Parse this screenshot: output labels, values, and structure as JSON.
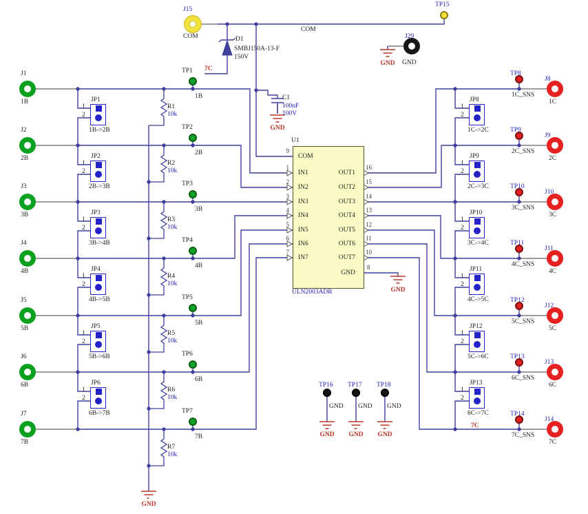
{
  "schematic": {
    "top": {
      "j15_ref": "J15",
      "j15_net": "COM",
      "tp15_ref": "TP15",
      "tp15_net": "COM",
      "d1_ref": "D1",
      "d1_part": "SMBJ150A-13-F",
      "d1_rating": "150V",
      "d1_net": "7C",
      "c1_ref": "C1",
      "c1_value": "100nF",
      "c1_rating": "100V",
      "c1_gnd": "GND",
      "j29_ref": "J29",
      "j29_net": "GND",
      "j29_gnd": "GND"
    },
    "ic": {
      "ref": "U1",
      "part": "ULN2003ADR",
      "gnd_net": "GND",
      "pins_left": [
        {
          "num": "9",
          "name": "COM"
        },
        {
          "num": "1",
          "name": "IN1"
        },
        {
          "num": "2",
          "name": "IN2"
        },
        {
          "num": "3",
          "name": "IN3"
        },
        {
          "num": "4",
          "name": "IN4"
        },
        {
          "num": "5",
          "name": "IN5"
        },
        {
          "num": "6",
          "name": "IN6"
        },
        {
          "num": "7",
          "name": "IN7"
        }
      ],
      "pins_right": [
        {
          "num": "16",
          "name": "OUT1"
        },
        {
          "num": "15",
          "name": "OUT2"
        },
        {
          "num": "14",
          "name": "OUT3"
        },
        {
          "num": "13",
          "name": "OUT4"
        },
        {
          "num": "12",
          "name": "OUT5"
        },
        {
          "num": "11",
          "name": "OUT6"
        },
        {
          "num": "10",
          "name": "OUT7"
        },
        {
          "num": "8",
          "name": "GND"
        }
      ]
    },
    "left_rows": [
      {
        "jack": "J1",
        "net": "1B",
        "tp": "TP1",
        "res": "R1",
        "res_value": "10k"
      },
      {
        "jack": "J2",
        "net": "2B",
        "tp": "TP2",
        "res": "R2",
        "res_value": "10k"
      },
      {
        "jack": "J3",
        "net": "3B",
        "tp": "TP3",
        "res": "R3",
        "res_value": "10k"
      },
      {
        "jack": "J4",
        "net": "4B",
        "tp": "TP4",
        "res": "R4",
        "res_value": "10k"
      },
      {
        "jack": "J5",
        "net": "5B",
        "tp": "TP5",
        "res": "R5",
        "res_value": "10k"
      },
      {
        "jack": "J6",
        "net": "6B",
        "tp": "TP6",
        "res": "R6",
        "res_value": "10k"
      },
      {
        "jack": "J7",
        "net": "7B",
        "tp": "TP7",
        "res": "R7",
        "res_value": "10k"
      }
    ],
    "left_jumpers": [
      {
        "ref": "JP1",
        "pin1": "1",
        "pin2": "2",
        "label": "1B->2B"
      },
      {
        "ref": "JP2",
        "pin1": "1",
        "pin2": "2",
        "label": "2B->3B"
      },
      {
        "ref": "JP3",
        "pin1": "1",
        "pin2": "2",
        "label": "3B->4B"
      },
      {
        "ref": "JP4",
        "pin1": "1",
        "pin2": "2",
        "label": "4B->5B"
      },
      {
        "ref": "JP5",
        "pin1": "1",
        "pin2": "2",
        "label": "5B->6B"
      },
      {
        "ref": "JP6",
        "pin1": "1",
        "pin2": "2",
        "label": "6B->7B"
      }
    ],
    "right_rows": [
      {
        "tp": "TP8",
        "net": "1C_SNS",
        "jack": "J8",
        "jack_net": "1C"
      },
      {
        "tp": "TP9",
        "net": "2C_SNS",
        "jack": "J9",
        "jack_net": "2C"
      },
      {
        "tp": "TP10",
        "net": "3C_SNS",
        "jack": "J10",
        "jack_net": "3C"
      },
      {
        "tp": "TP11",
        "net": "4C_SNS",
        "jack": "J11",
        "jack_net": "4C"
      },
      {
        "tp": "TP12",
        "net": "5C_SNS",
        "jack": "J12",
        "jack_net": "5C"
      },
      {
        "tp": "TP13",
        "net": "6C_SNS",
        "jack": "J13",
        "jack_net": "6C"
      },
      {
        "tp": "TP14",
        "net": "7C_SNS",
        "jack": "J14",
        "jack_net": "7C"
      }
    ],
    "right_jumpers": [
      {
        "ref": "JP8",
        "pin1": "1",
        "pin2": "2",
        "label": "1C->2C"
      },
      {
        "ref": "JP9",
        "pin1": "1",
        "pin2": "2",
        "label": "2C->3C"
      },
      {
        "ref": "JP10",
        "pin1": "1",
        "pin2": "2",
        "label": "3C->4C"
      },
      {
        "ref": "JP11",
        "pin1": "1",
        "pin2": "2",
        "label": "4C->5C"
      },
      {
        "ref": "JP12",
        "pin1": "1",
        "pin2": "2",
        "label": "5C->6C"
      },
      {
        "ref": "JP13",
        "pin1": "1",
        "pin2": "2",
        "label": "6C->7C"
      }
    ],
    "right_net_7c": "7C",
    "bottom_tps": [
      {
        "ref": "TP16",
        "net": "GND",
        "gnd": "GND"
      },
      {
        "ref": "TP17",
        "net": "GND",
        "gnd": "GND"
      },
      {
        "ref": "TP18",
        "net": "GND",
        "gnd": "GND"
      }
    ],
    "rail_gnd": "GND",
    "colors": {
      "wire": "#3f3f9e",
      "connector_stub": "#7e7e7e",
      "jumper_blue": "#2323c8",
      "jack_green": "#0aa11e",
      "jack_red": "#e52121",
      "jack_yellow": "#f0e13c",
      "jack_black": "#151515",
      "tp_green": "#12a12c",
      "tp_red": "#e02020",
      "ic_fill": "#fbfbc6",
      "gnd_red": "#b93326",
      "ref_blue": "#2222bb",
      "text_dark": "#1e1e1e"
    }
  }
}
